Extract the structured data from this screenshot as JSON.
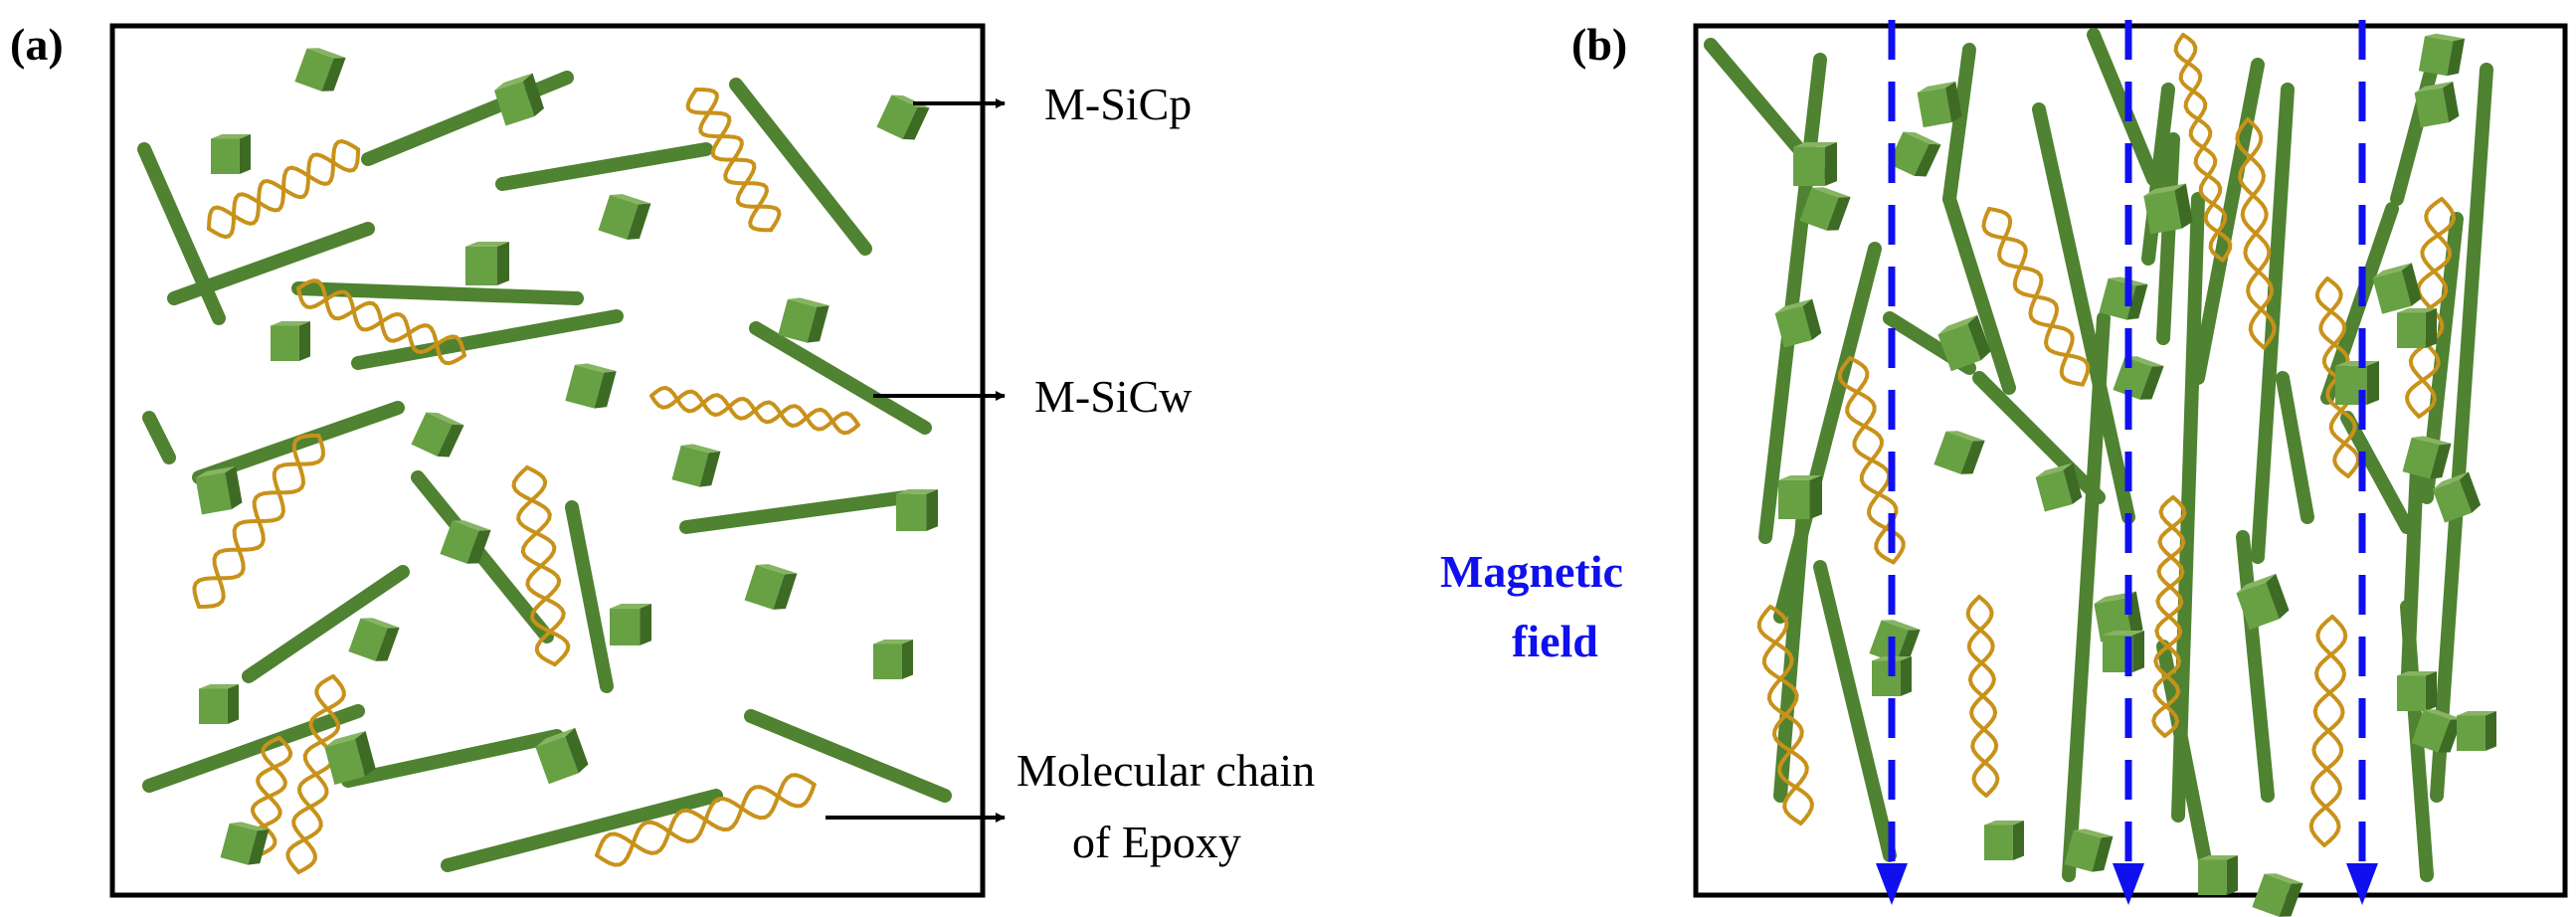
{
  "panel_a": {
    "label": "(a)",
    "callouts": {
      "particle": "M-SiCp",
      "whisker": "M-SiCw",
      "chain_line1": "Molecular chain",
      "chain_line2": "of Epoxy"
    }
  },
  "panel_b": {
    "label": "(b)",
    "field_label_line1": "Magnetic",
    "field_label_line2": "field",
    "field_arrow_count": 3
  },
  "colors": {
    "whisker": "#4f8231",
    "cube_top": "#86b462",
    "cube_left": "#68a044",
    "cube_right": "#3d6b24",
    "chain": "#c8921a",
    "field_arrow": "#1010ee",
    "frame": "#000000"
  }
}
